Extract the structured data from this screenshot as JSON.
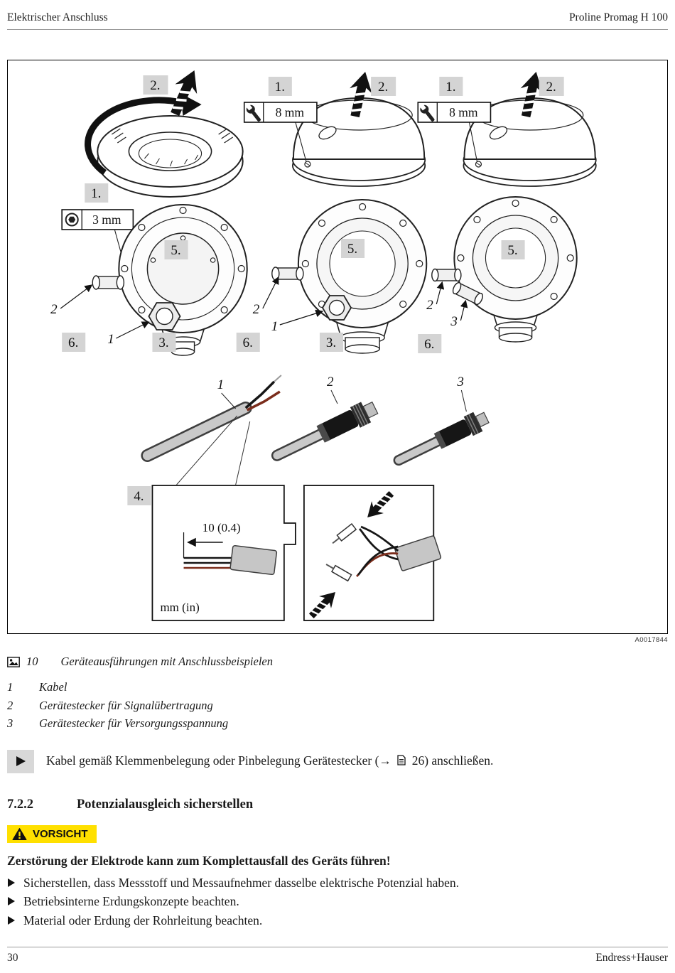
{
  "header": {
    "left": "Elektrischer Anschluss",
    "right": "Proline Promag H 100"
  },
  "figure": {
    "ref_code": "A0017844",
    "steps": {
      "s1": "1.",
      "s2": "2.",
      "s3": "3.",
      "s4": "4.",
      "s5": "5.",
      "s6": "6."
    },
    "tools": {
      "wrench_size": "8 mm",
      "allen_size": "3 mm"
    },
    "callouts": {
      "c1": "1",
      "c2": "2",
      "c3": "3"
    },
    "detail": {
      "dimension": "10 (0.4)",
      "unit": "mm (in)"
    }
  },
  "caption": {
    "number": "10",
    "text": "Geräteausführungen mit Anschlussbeispielen"
  },
  "legend": [
    {
      "num": "1",
      "text": "Kabel"
    },
    {
      "num": "2",
      "text": "Gerätestecker für Signalübertragung"
    },
    {
      "num": "3",
      "text": "Gerätestecker für Versorgungsspannung"
    }
  ],
  "instruction": {
    "text_before": "Kabel gemäß Klemmenbelegung oder Pinbelegung Gerätestecker (→",
    "text_after": "26) anschlie­ßen."
  },
  "section": {
    "number": "7.2.2",
    "title": "Potenzialausgleich sicherstellen"
  },
  "warning": {
    "label": "VORSICHT",
    "heading": "Zerstörung der Elektrode kann zum Komplettausfall des Geräts führen!",
    "bullets": [
      "Sicherstellen, dass Messstoff und Messaufnehmer dasselbe elektrische Potenzial haben.",
      "Betriebsinterne Erdungskonzepte beachten.",
      "Material oder Erdung der Rohrleitung beachten."
    ]
  },
  "footer": {
    "page": "30",
    "company": "Endress+Hauser"
  }
}
